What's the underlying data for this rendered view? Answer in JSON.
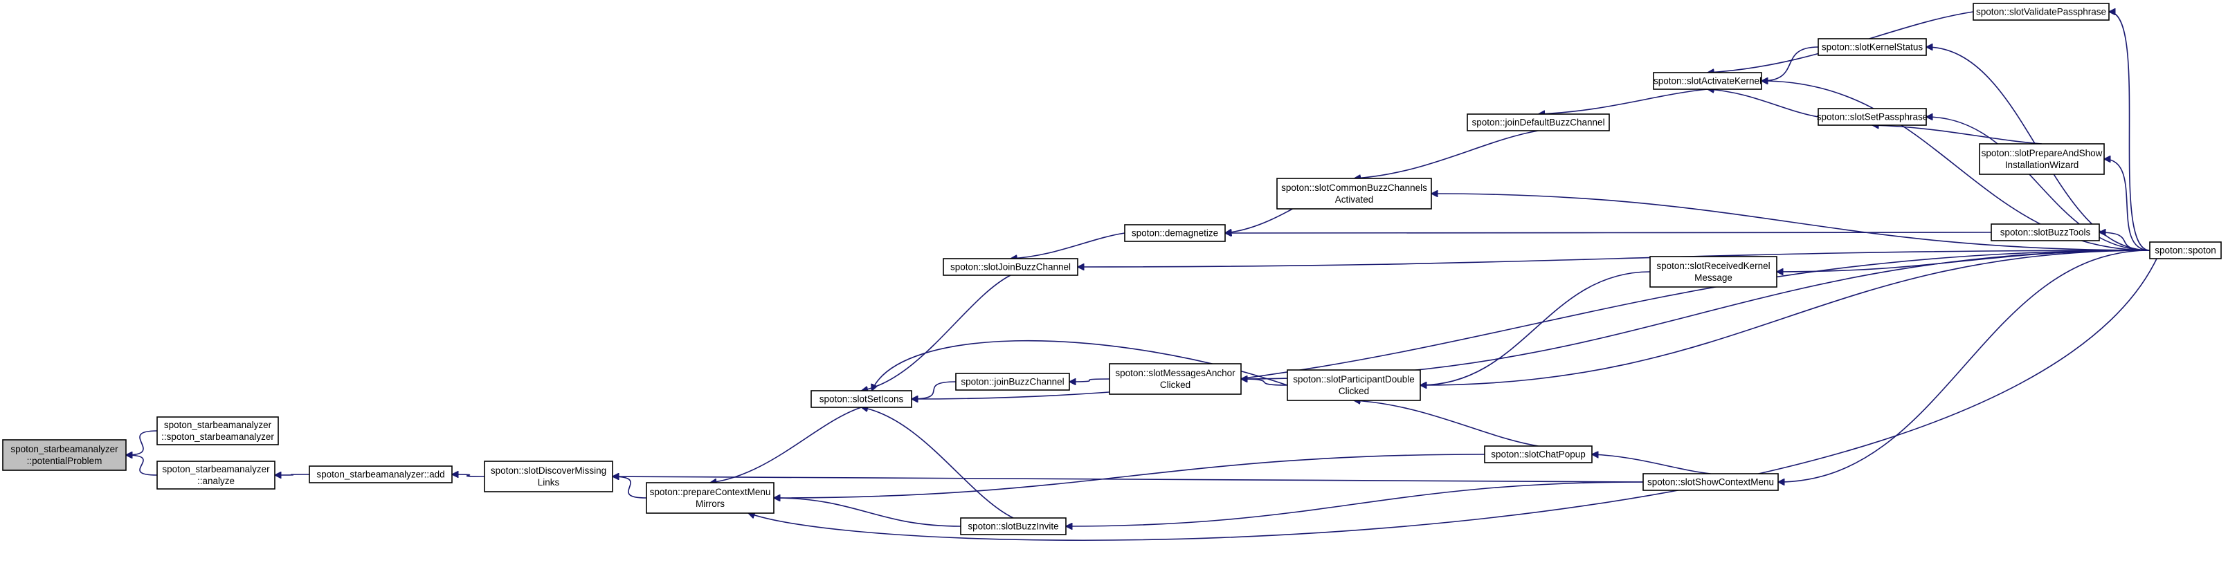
{
  "graph": {
    "edge_color": "#191970",
    "focus_fill": "#bfbfbf",
    "nodes": [
      {
        "id": "n_focus",
        "name": "node-potential-problem",
        "lines": [
          "spoton_starbeamanalyzer",
          "::potentialProblem"
        ],
        "focus": true
      },
      {
        "id": "n_ctor",
        "name": "node-starbeamanalyzer-ctor",
        "lines": [
          "spoton_starbeamanalyzer",
          "::spoton_starbeamanalyzer"
        ]
      },
      {
        "id": "n_analyze",
        "name": "node-analyze",
        "lines": [
          "spoton_starbeamanalyzer",
          "::analyze"
        ]
      },
      {
        "id": "n_add",
        "name": "node-add",
        "lines": [
          "spoton_starbeamanalyzer::add"
        ]
      },
      {
        "id": "n_discover",
        "name": "node-slot-discover-missing-links",
        "lines": [
          "spoton::slotDiscoverMissing",
          "Links"
        ]
      },
      {
        "id": "n_prepare",
        "name": "node-prepare-context-menu-mirrors",
        "lines": [
          "spoton::prepareContextMenu",
          "Mirrors"
        ]
      },
      {
        "id": "n_seticons",
        "name": "node-slot-set-icons",
        "lines": [
          "spoton::slotSetIcons"
        ]
      },
      {
        "id": "n_joinslot",
        "name": "node-slot-join-buzz-channel",
        "lines": [
          "spoton::slotJoinBuzzChannel"
        ]
      },
      {
        "id": "n_joinbuzz",
        "name": "node-join-buzz-channel",
        "lines": [
          "spoton::joinBuzzChannel"
        ]
      },
      {
        "id": "n_buzzinvite",
        "name": "node-slot-buzz-invite",
        "lines": [
          "spoton::slotBuzzInvite"
        ]
      },
      {
        "id": "n_demag",
        "name": "node-demagnetize",
        "lines": [
          "spoton::demagnetize"
        ]
      },
      {
        "id": "n_msganchor",
        "name": "node-slot-messages-anchor-clicked",
        "lines": [
          "spoton::slotMessagesAnchor",
          "Clicked"
        ]
      },
      {
        "id": "n_common",
        "name": "node-slot-common-buzz-channels-activated",
        "lines": [
          "spoton::slotCommonBuzzChannels",
          "Activated"
        ]
      },
      {
        "id": "n_participant",
        "name": "node-slot-participant-double-clicked",
        "lines": [
          "spoton::slotParticipantDouble",
          "Clicked"
        ]
      },
      {
        "id": "n_joindefault",
        "name": "node-join-default-buzz-channel",
        "lines": [
          "spoton::joinDefaultBuzzChannel"
        ]
      },
      {
        "id": "n_chatpopup",
        "name": "node-slot-chat-popup",
        "lines": [
          "spoton::slotChatPopup"
        ]
      },
      {
        "id": "n_activate",
        "name": "node-slot-activate-kernel",
        "lines": [
          "spoton::slotActivateKernel"
        ]
      },
      {
        "id": "n_received",
        "name": "node-slot-received-kernel-message",
        "lines": [
          "spoton::slotReceivedKernel",
          "Message"
        ]
      },
      {
        "id": "n_showctx",
        "name": "node-slot-show-context-menu",
        "lines": [
          "spoton::slotShowContextMenu"
        ]
      },
      {
        "id": "n_validate",
        "name": "node-slot-validate-passphrase",
        "lines": [
          "spoton::slotValidatePassphrase"
        ]
      },
      {
        "id": "n_kstatus",
        "name": "node-slot-kernel-status",
        "lines": [
          "spoton::slotKernelStatus"
        ]
      },
      {
        "id": "n_setpass",
        "name": "node-slot-set-passphrase",
        "lines": [
          "spoton::slotSetPassphrase"
        ]
      },
      {
        "id": "n_wizard",
        "name": "node-slot-prepare-and-show-installation-wizard",
        "lines": [
          "spoton::slotPrepareAndShow",
          "InstallationWizard"
        ]
      },
      {
        "id": "n_buzztools",
        "name": "node-slot-buzz-tools",
        "lines": [
          "spoton::slotBuzzTools"
        ]
      },
      {
        "id": "n_spoton",
        "name": "node-spoton-ctor",
        "lines": [
          "spoton::spoton"
        ]
      }
    ],
    "edges": [
      [
        "n_ctor",
        "n_focus"
      ],
      [
        "n_analyze",
        "n_focus"
      ],
      [
        "n_add",
        "n_analyze"
      ],
      [
        "n_discover",
        "n_add"
      ],
      [
        "n_prepare",
        "n_discover"
      ],
      [
        "n_showctx",
        "n_discover"
      ],
      [
        "n_seticons",
        "n_prepare"
      ],
      [
        "n_buzzinvite",
        "n_prepare"
      ],
      [
        "n_chatpopup",
        "n_prepare"
      ],
      [
        "n_spoton",
        "n_prepare"
      ],
      [
        "n_joinslot",
        "n_seticons"
      ],
      [
        "n_joinbuzz",
        "n_seticons"
      ],
      [
        "n_buzzinvite",
        "n_seticons"
      ],
      [
        "n_participant",
        "n_seticons"
      ],
      [
        "n_spoton",
        "n_seticons"
      ],
      [
        "n_demag",
        "n_joinslot"
      ],
      [
        "n_spoton",
        "n_joinslot"
      ],
      [
        "n_msganchor",
        "n_joinbuzz"
      ],
      [
        "n_participant",
        "n_msganchor"
      ],
      [
        "n_spoton",
        "n_msganchor"
      ],
      [
        "n_chatpopup",
        "n_participant"
      ],
      [
        "n_received",
        "n_participant"
      ],
      [
        "n_spoton",
        "n_participant"
      ],
      [
        "n_showctx",
        "n_buzzinvite"
      ],
      [
        "n_showctx",
        "n_chatpopup"
      ],
      [
        "n_spoton",
        "n_showctx"
      ],
      [
        "n_common",
        "n_demag"
      ],
      [
        "n_buzztools",
        "n_demag"
      ],
      [
        "n_joindefault",
        "n_common"
      ],
      [
        "n_spoton",
        "n_common"
      ],
      [
        "n_activate",
        "n_joindefault"
      ],
      [
        "n_validate",
        "n_activate"
      ],
      [
        "n_kstatus",
        "n_activate"
      ],
      [
        "n_setpass",
        "n_activate"
      ],
      [
        "n_spoton",
        "n_activate"
      ],
      [
        "n_wizard",
        "n_setpass"
      ],
      [
        "n_spoton",
        "n_setpass"
      ],
      [
        "n_spoton",
        "n_kstatus"
      ],
      [
        "n_spoton",
        "n_validate"
      ],
      [
        "n_spoton",
        "n_wizard"
      ],
      [
        "n_spoton",
        "n_buzztools"
      ],
      [
        "n_spoton",
        "n_received"
      ]
    ]
  }
}
